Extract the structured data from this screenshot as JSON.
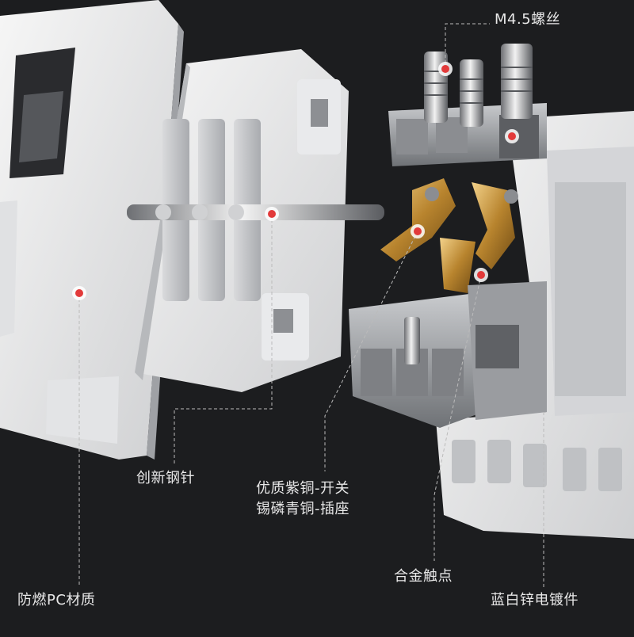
{
  "image": {
    "description_colors": {
      "background": "#1c1d1f",
      "dot": "#e23a3a",
      "leader": "#bbbbbb"
    }
  },
  "callouts": {
    "screw": "M4.5螺丝",
    "pin": "创新钢针",
    "copper_line1": "优质紫铜-开关",
    "copper_line2": "锡磷青铜-插座",
    "contact": "合金触点",
    "plate": "蓝白锌电镀件",
    "pc": "防燃PC材质"
  }
}
